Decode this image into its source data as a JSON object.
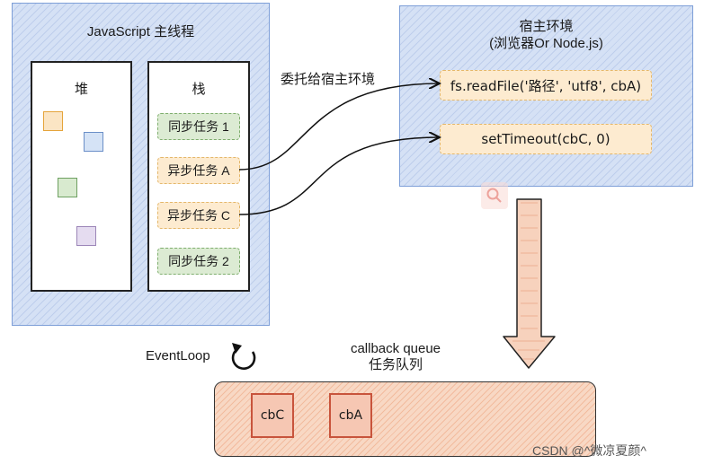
{
  "js_thread": {
    "title": "JavaScript 主线程",
    "heap_label": "堆",
    "stack_label": "栈",
    "stack_tasks": [
      {
        "label": "同步任务 1",
        "kind": "sync"
      },
      {
        "label": "异步任务 A",
        "kind": "async"
      },
      {
        "label": "异步任务 C",
        "kind": "async"
      },
      {
        "label": "同步任务 2",
        "kind": "sync"
      }
    ]
  },
  "delegate_label": "委托给宿主环境",
  "host": {
    "title": "宿主环境",
    "subtitle": "(浏览器Or Node.js)",
    "tasks": [
      {
        "label": "fs.readFile('路径', 'utf8', cbA)"
      },
      {
        "label": "setTimeout(cbC, 0)"
      }
    ]
  },
  "event_loop_label": "EventLoop",
  "queue": {
    "title": "callback queue",
    "subtitle": "任务队列",
    "items": [
      "cbC",
      "cbA"
    ]
  },
  "watermark": "CSDN @^微凉夏颜^",
  "icons": {
    "event_loop": "loop-arrow-icon",
    "flow_arrow": "down-arrow-icon",
    "search": "search-icon"
  },
  "colors": {
    "panel_blue": "#d5e1f5",
    "sync_green": "#dcebd3",
    "async_orange": "#fdebd0",
    "queue_orange": "#f8d8c4",
    "callback_red": "#c8543c"
  }
}
